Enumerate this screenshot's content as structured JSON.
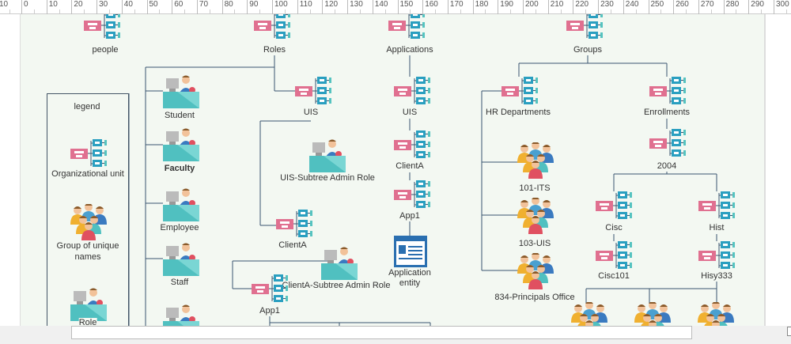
{
  "ruler": {
    "ticks": [
      "10",
      "0",
      "10",
      "20",
      "30",
      "40",
      "50",
      "60",
      "70",
      "80",
      "90",
      "100",
      "110",
      "120",
      "130",
      "140",
      "150",
      "160",
      "170",
      "180",
      "190",
      "200",
      "210",
      "220",
      "230",
      "240",
      "250",
      "260",
      "270",
      "280",
      "290",
      "300"
    ]
  },
  "legend": {
    "title": "legend",
    "org_unit": "Organizational unit",
    "group_line1": "Group of unique",
    "group_line2": "names",
    "role": "Role"
  },
  "nodes": {
    "people": "people",
    "roles": "Roles",
    "applications": "Applications",
    "groups": "Groups",
    "uis_role": "UIS",
    "student": "Student",
    "faculty": "Faculty",
    "employee": "Employee",
    "staff": "Staff",
    "uis_admin": "UIS-Subtree Admin Role",
    "clienta_role": "ClientA",
    "clienta_admin": "ClientA-Subtree Admin Role",
    "app1_role": "App1",
    "uis_app": "UIS",
    "clienta_app": "ClientA",
    "app1_app": "App1",
    "app_entity_1": "Application",
    "app_entity_2": "entity",
    "hr": "HR Departments",
    "enrollments": "Enrollments",
    "y2004": "2004",
    "its": "101-ITS",
    "uis103": "103-UIS",
    "principals": "834-Principals Office",
    "cisc": "Cisc",
    "hist": "Hist",
    "cisc101": "Cisc101",
    "hisy333": "Hisy333"
  },
  "colors": {
    "canvas": "#f3f8f2",
    "pink": "#e07090",
    "blue": "#2a9fc0",
    "cyan": "#55c3c0",
    "line": "#3a5570"
  }
}
